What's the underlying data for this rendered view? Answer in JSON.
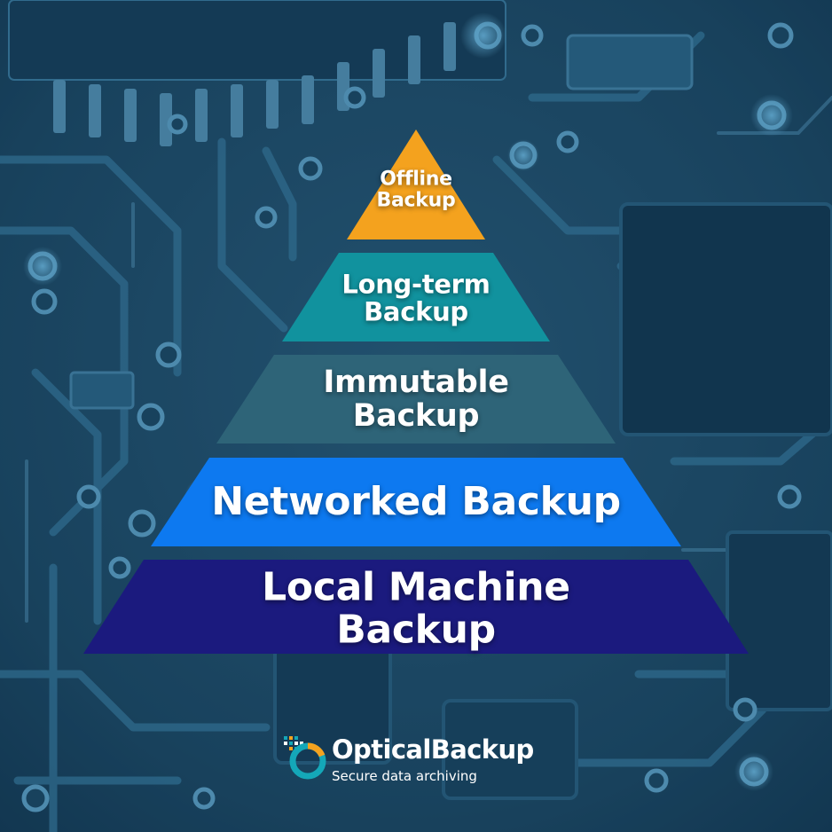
{
  "diagram": {
    "tiers": [
      {
        "label": "Offline\nBackup",
        "color": "#f4a21e"
      },
      {
        "label": "Long-term\nBackup",
        "color": "#11929e"
      },
      {
        "label": "Immutable\nBackup",
        "color": "#2e6478"
      },
      {
        "label": "Networked Backup",
        "color": "#0d79f0"
      },
      {
        "label": "Local Machine Backup",
        "color": "#1b1a7e"
      }
    ]
  },
  "brand": {
    "name": "OpticalBackup",
    "tagline": "Secure data archiving",
    "ring_color": "#14a7b8",
    "ring_accent": "#f4a21e"
  },
  "colors": {
    "background": "#1d4a66",
    "circuit": "#2f6b8c",
    "circuit_light": "#4b8fb3"
  }
}
